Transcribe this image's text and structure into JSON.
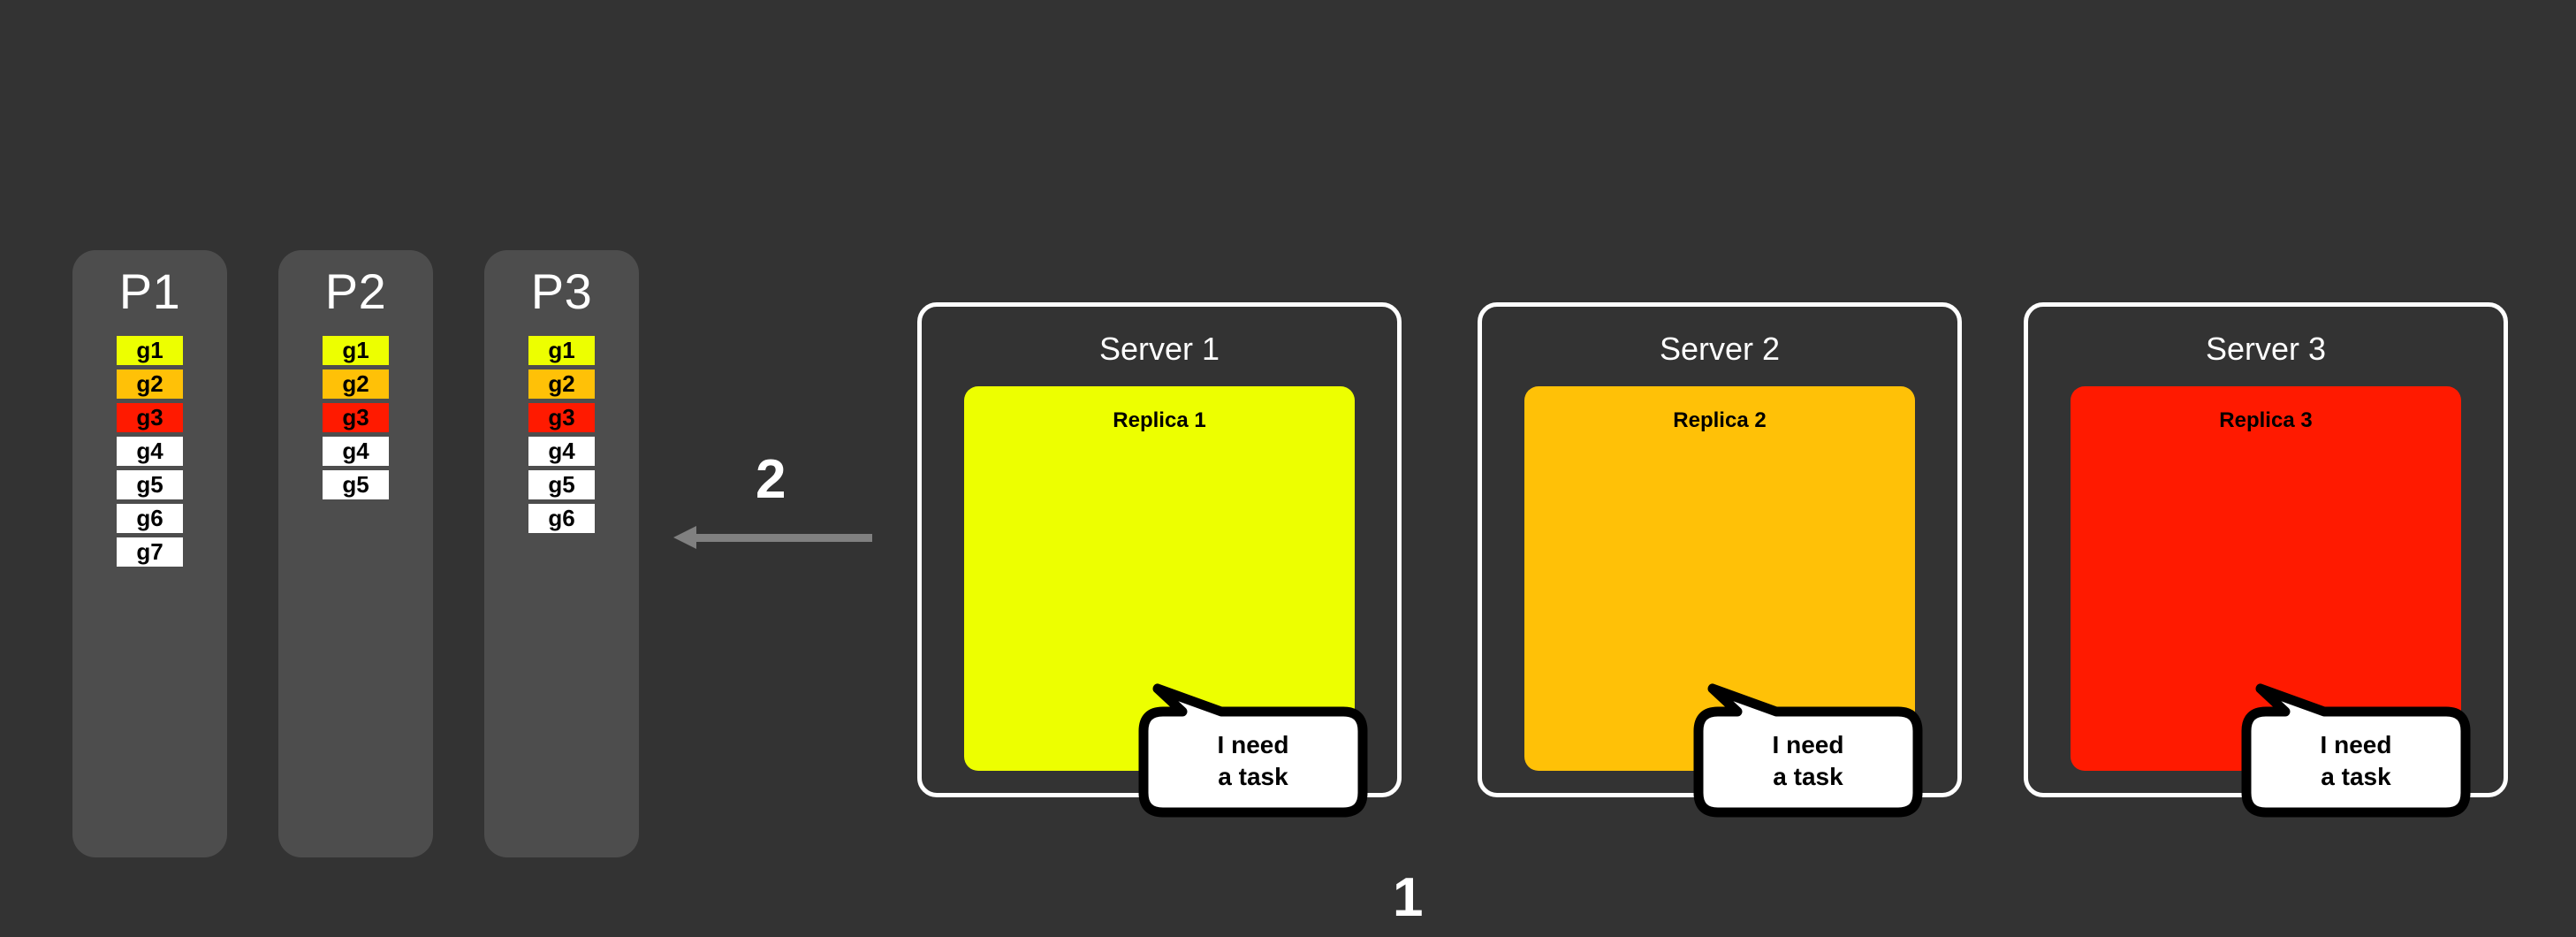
{
  "colors": {
    "page_background": "#333333",
    "partition_background": "#4d4d4d",
    "task_yellow": "#edff00",
    "task_orange": "#ffc107",
    "task_red": "#ff1a00",
    "task_white": "#ffffff",
    "outline_white": "#ffffff",
    "arrow_gray": "#808080",
    "bubble_fill": "#ffffff",
    "bubble_stroke": "#000000"
  },
  "partitions": [
    {
      "title": "P1",
      "tasks": [
        {
          "label": "g1",
          "color": "#edff00"
        },
        {
          "label": "g2",
          "color": "#ffc107"
        },
        {
          "label": "g3",
          "color": "#ff1a00"
        },
        {
          "label": "g4",
          "color": "#ffffff"
        },
        {
          "label": "g5",
          "color": "#ffffff"
        },
        {
          "label": "g6",
          "color": "#ffffff"
        },
        {
          "label": "g7",
          "color": "#ffffff"
        }
      ]
    },
    {
      "title": "P2",
      "tasks": [
        {
          "label": "g1",
          "color": "#edff00"
        },
        {
          "label": "g2",
          "color": "#ffc107"
        },
        {
          "label": "g3",
          "color": "#ff1a00"
        },
        {
          "label": "g4",
          "color": "#ffffff"
        },
        {
          "label": "g5",
          "color": "#ffffff"
        }
      ]
    },
    {
      "title": "P3",
      "tasks": [
        {
          "label": "g1",
          "color": "#edff00"
        },
        {
          "label": "g2",
          "color": "#ffc107"
        },
        {
          "label": "g3",
          "color": "#ff1a00"
        },
        {
          "label": "g4",
          "color": "#ffffff"
        },
        {
          "label": "g5",
          "color": "#ffffff"
        },
        {
          "label": "g6",
          "color": "#ffffff"
        }
      ]
    }
  ],
  "steps": {
    "step_one_label": "1",
    "step_two_label": "2"
  },
  "arrow": {
    "direction": "left",
    "color": "#808080"
  },
  "servers": [
    {
      "title": "Server 1",
      "replica_label": "Replica 1",
      "replica_color": "#edff00",
      "bubble": {
        "line1": "I need",
        "line2": "a task"
      }
    },
    {
      "title": "Server 2",
      "replica_label": "Replica 2",
      "replica_color": "#ffc107",
      "bubble": {
        "line1": "I need",
        "line2": "a task"
      }
    },
    {
      "title": "Server 3",
      "replica_label": "Replica 3",
      "replica_color": "#ff1a00",
      "bubble": {
        "line1": "I need",
        "line2": "a task"
      }
    }
  ]
}
